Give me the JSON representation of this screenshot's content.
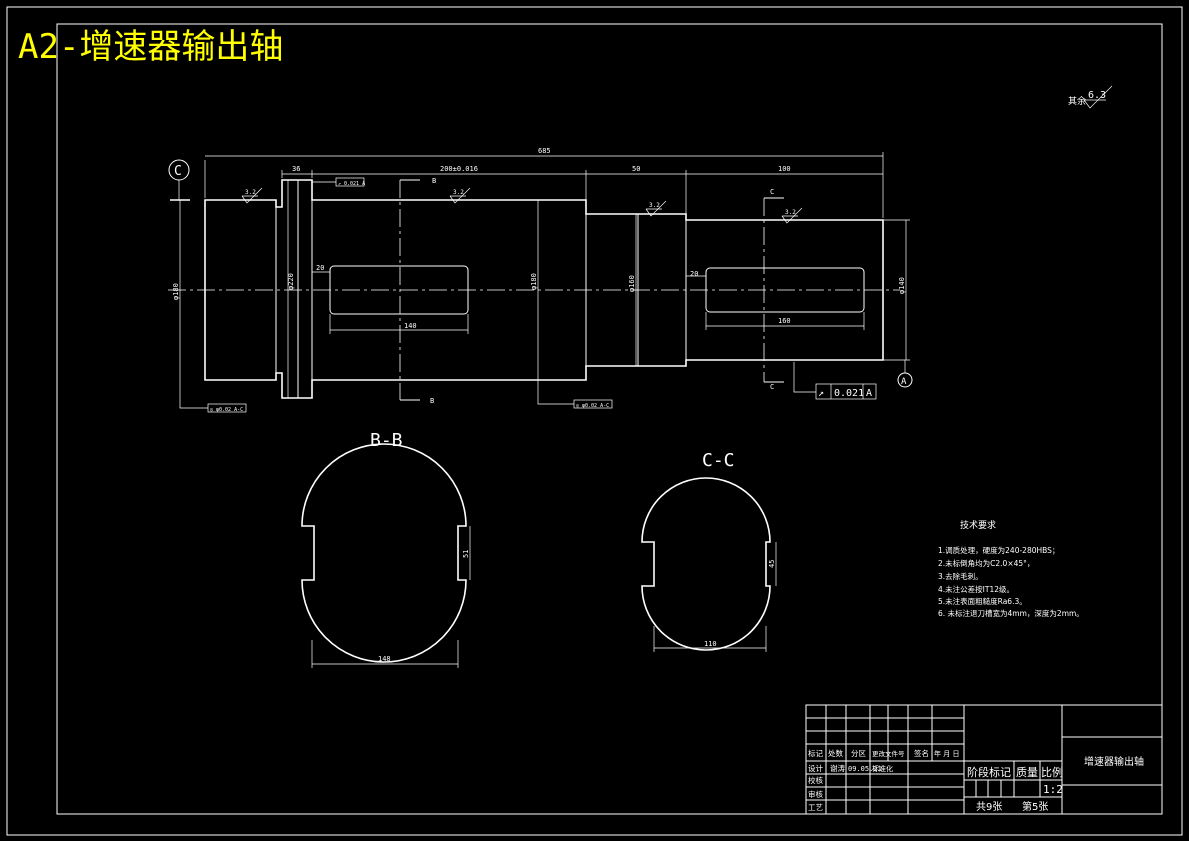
{
  "sheet": {
    "title": "A2-增速器输出轴",
    "title_color": "#ffff00",
    "background": "#000000",
    "line_color": "#ffffff"
  },
  "roughness": {
    "other_label": "其余",
    "other_value": "6.3",
    "face_values": [
      "3.2",
      "3.2",
      "3.2",
      "3.2"
    ]
  },
  "datums": {
    "c": "C",
    "a": "A",
    "section_b": "B",
    "section_c": "C"
  },
  "dimensions": {
    "overall": "685",
    "collar_len": "36",
    "seg_200": "200±0.016",
    "seg_50": "50",
    "seg_100": "100",
    "dia_left": "φ180",
    "dia_collar": "φ220",
    "dia_mid": "φ180",
    "dia_step": "φ160",
    "dia_right": "φ140",
    "key1_offset": "20",
    "key1_len": "140",
    "key2_offset": "20",
    "key2_len": "160"
  },
  "tolerances": {
    "runout_left": "↗ 0.021 A",
    "runout_mid": "↗ 0.021 A",
    "circ_left": "◎ φ0.02 A-C",
    "circ_mid": "◎ φ0.02 A-C",
    "main_frame": {
      "symbol": "↗",
      "value": "0.021",
      "datum": "A"
    }
  },
  "sections": {
    "bb": {
      "label": "B-B",
      "width_dim": "148",
      "key_dim": "51"
    },
    "cc": {
      "label": "C-C",
      "width_dim": "110",
      "key_dim": "45"
    }
  },
  "tech_req": {
    "heading": "技术要求",
    "items": [
      "1.调质处理，硬度为240-280HBS；",
      "2.未标倒角均为C2.0×45°，",
      "3.去除毛刺。",
      "4.未注公差按IT12级。",
      "5.未注表面粗糙度Ra6.3。",
      "6. 未标注退刀槽宽为4mm，深度为2mm。"
    ]
  },
  "title_block": {
    "row_labels": [
      "标记",
      "处数",
      "分区",
      "更改文件号",
      "签名",
      "年 月 日"
    ],
    "design_label": "设计",
    "designer": "谢涛",
    "date": "09.05.21",
    "std_label": "标准化",
    "check_label": "校核",
    "review_label": "审核",
    "process_label": "工艺",
    "stage_label": "阶段标记",
    "weight_label": "质量",
    "scale_label": "比例",
    "scale_value": "1:2",
    "sheets_total": "共9张",
    "sheet_no": "第5张",
    "part_name": "增速器输出轴"
  }
}
